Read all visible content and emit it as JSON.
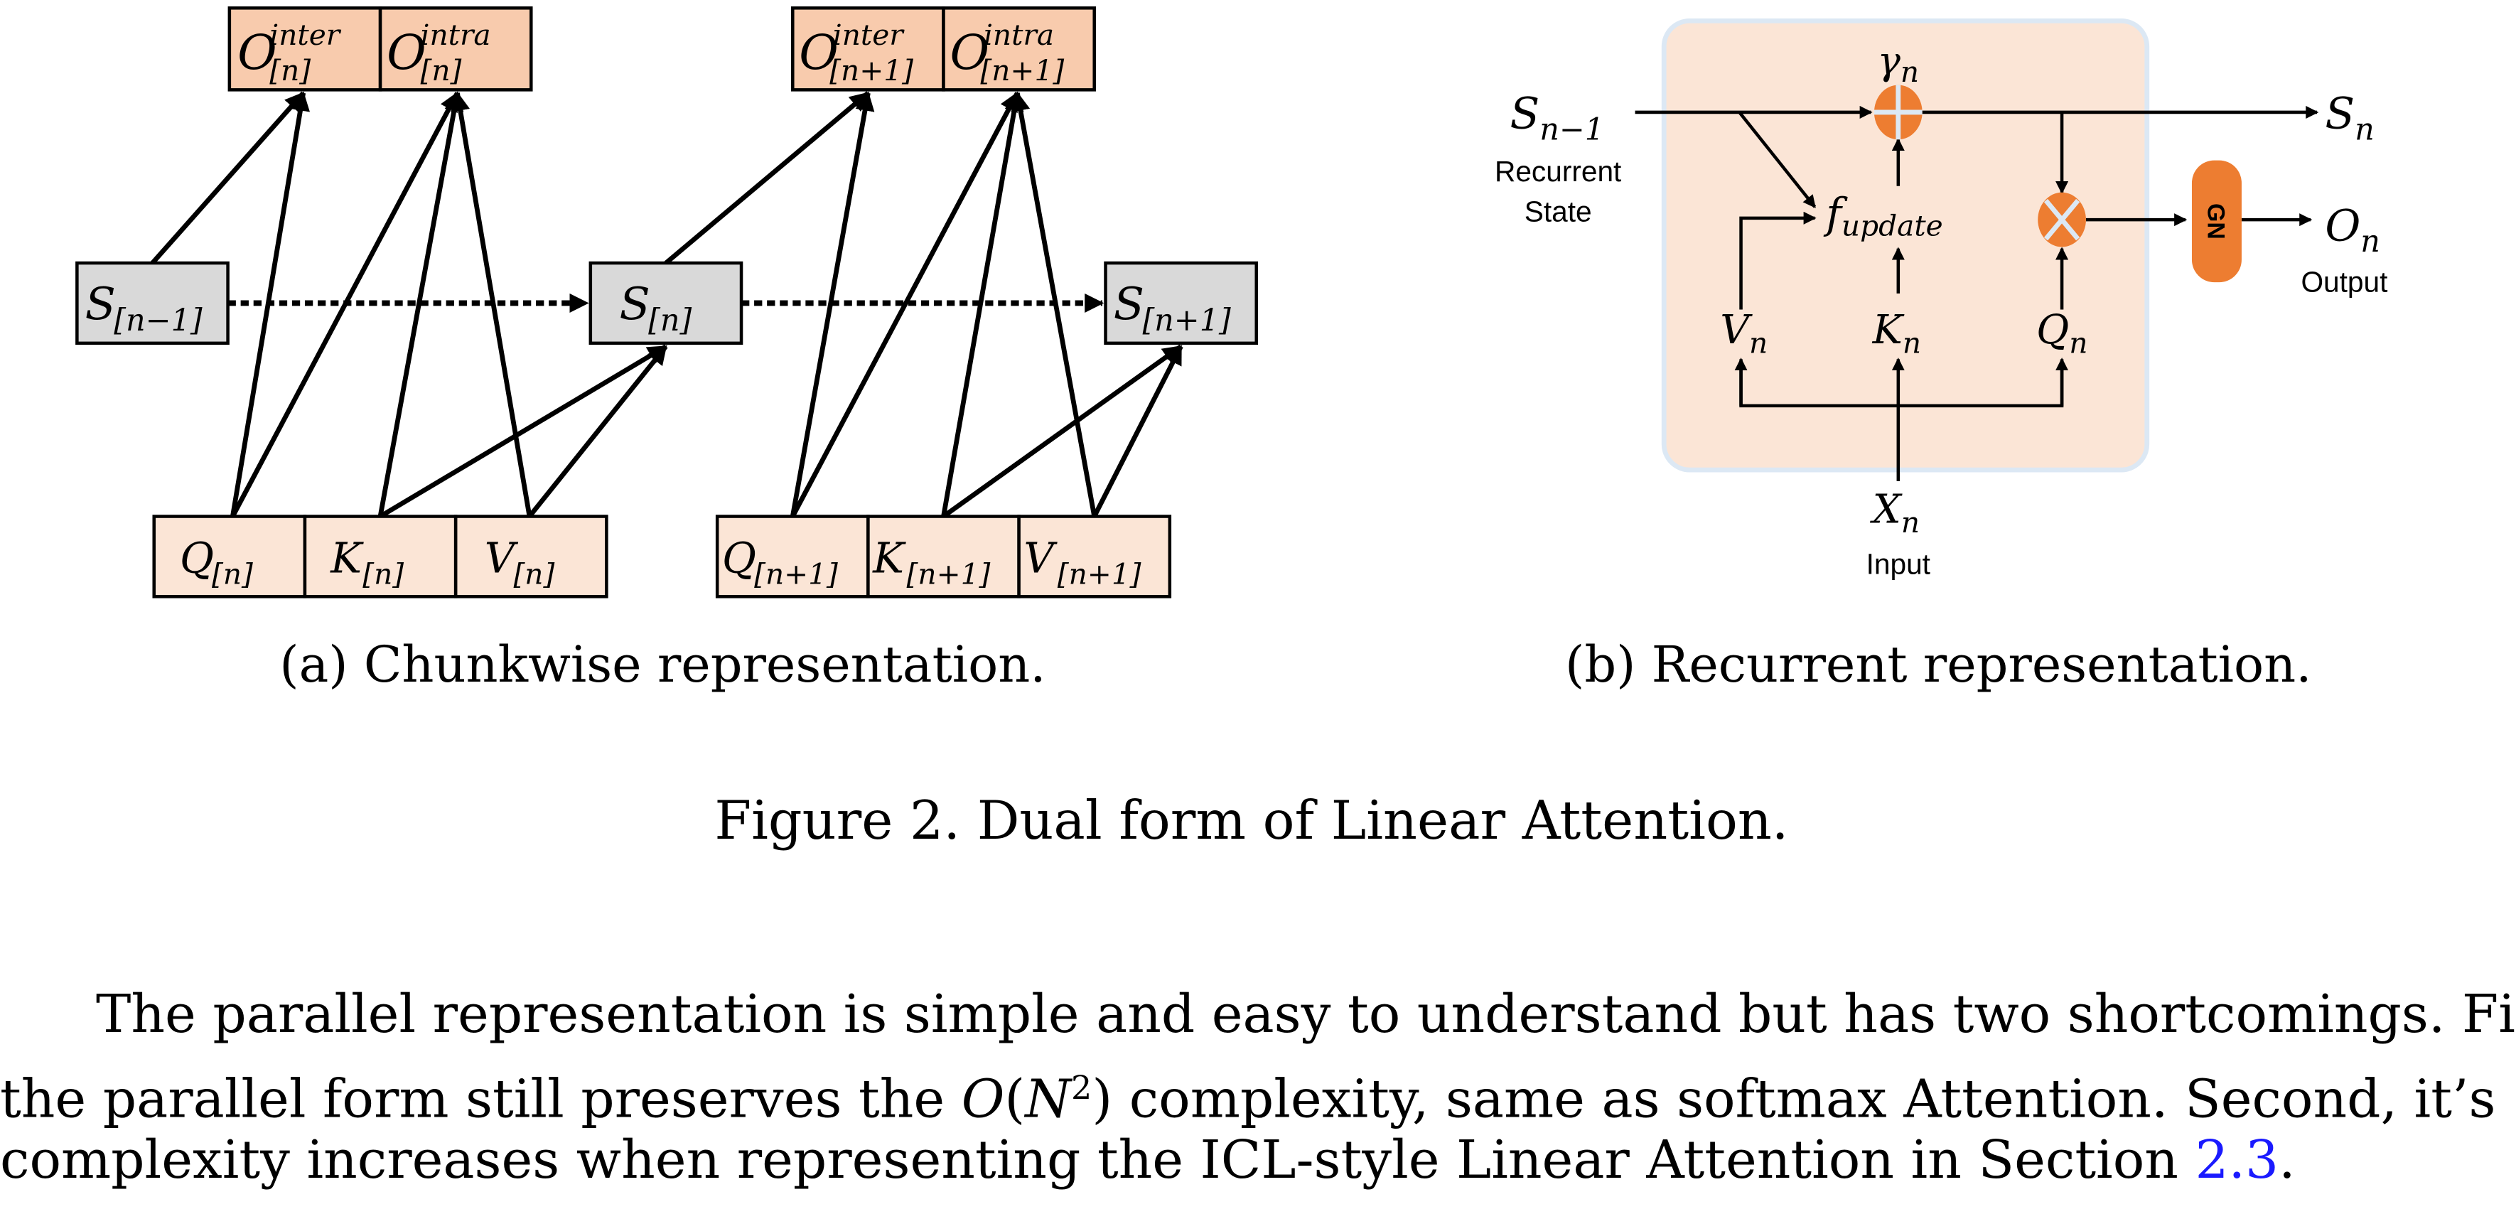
{
  "figure": {
    "number_label": "Figure 2.",
    "title": "Dual form of Linear Attention.",
    "caption_full": "Figure 2. Dual form of Linear Attention."
  },
  "subfigure_a": {
    "caption": "(a) Chunkwise representation.",
    "outputs": [
      {
        "base": "O",
        "sup": "inter",
        "sub": "[n]"
      },
      {
        "base": "O",
        "sup": "intra",
        "sub": "[n]"
      },
      {
        "base": "O",
        "sup": "inter",
        "sub": "[n+1]"
      },
      {
        "base": "O",
        "sup": "intra",
        "sub": "[n+1]"
      }
    ],
    "states": [
      {
        "base": "S",
        "sub": "[n−1]"
      },
      {
        "base": "S",
        "sub": "[n]"
      },
      {
        "base": "S",
        "sub": "[n+1]"
      }
    ],
    "inputs": [
      {
        "base": "Q",
        "sub": "[n]"
      },
      {
        "base": "K",
        "sub": "[n]"
      },
      {
        "base": "V",
        "sub": "[n]"
      },
      {
        "base": "Q",
        "sub": "[n+1]"
      },
      {
        "base": "K",
        "sub": "[n+1]"
      },
      {
        "base": "V",
        "sub": "[n+1]"
      }
    ],
    "colors": {
      "output_fill": "#f8cbad",
      "input_fill": "#fbe5d6",
      "state_fill": "#d9d9d9"
    }
  },
  "subfigure_b": {
    "caption": "(b) Recurrent representation.",
    "prev_state": {
      "base": "S",
      "sub": "n−1"
    },
    "prev_state_label": [
      "Recurrent",
      "State"
    ],
    "next_state": {
      "base": "S",
      "sub": "n"
    },
    "gamma": {
      "base": "γ",
      "sub": "n"
    },
    "update_fn": {
      "base": "f",
      "sub": "update"
    },
    "v": {
      "base": "V",
      "sub": "n"
    },
    "k": {
      "base": "K",
      "sub": "n"
    },
    "q": {
      "base": "Q",
      "sub": "n"
    },
    "x": {
      "base": "X",
      "sub": "n"
    },
    "x_label": "Input",
    "gn_label": "GN",
    "out": {
      "base": "O",
      "sub": "n"
    },
    "out_label": "Output",
    "colors": {
      "panel_fill": "#fbe5d6",
      "panel_border": "#dce8f4",
      "op_fill": "#ed7d31"
    }
  },
  "paragraph": {
    "line1": "The parallel representation is simple and easy to understand but has two shortcomings. First,",
    "line2_pre": "the parallel form still preserves the ",
    "line2_math_O": "O",
    "line2_math_open": "(",
    "line2_math_N": "N",
    "line2_math_sup": "2",
    "line2_math_close": ")",
    "line2_post": " complexity, same as softmax Attention. Second, it’s",
    "line3_pre": "complexity increases when representing the ICL-style Linear Attention in Section ",
    "line3_link": "2.3",
    "line3_post": "."
  }
}
